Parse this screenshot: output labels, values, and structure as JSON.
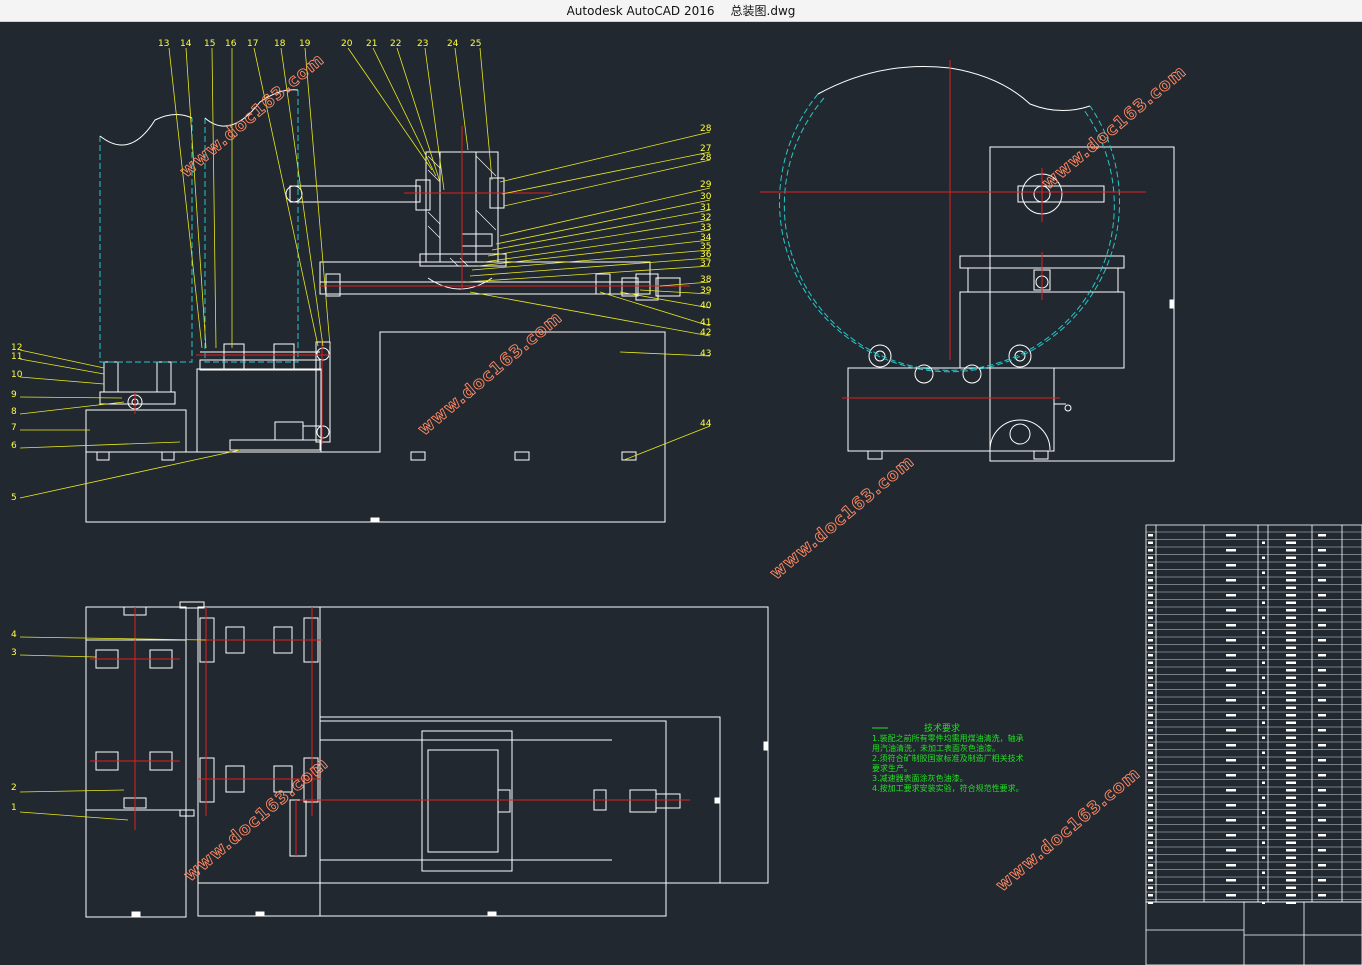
{
  "window": {
    "app_name": "Autodesk AutoCAD 2016",
    "file_name": "总装图.dwg"
  },
  "drawing": {
    "part_labels_top": [
      "13",
      "14",
      "15",
      "16",
      "17",
      "18",
      "19",
      "20",
      "21",
      "22",
      "23",
      "24",
      "25"
    ],
    "part_labels_right": [
      "28",
      "27",
      "28",
      "29",
      "30",
      "31",
      "32",
      "33",
      "34",
      "35",
      "36",
      "37",
      "38",
      "39",
      "40",
      "41",
      "42",
      "43",
      "44"
    ],
    "part_labels_left": [
      "12",
      "11",
      "10",
      "9",
      "8",
      "7",
      "6",
      "5"
    ],
    "part_labels_plan": [
      "4",
      "3",
      "2",
      "1"
    ],
    "watermark": "www.doc163.com",
    "notes": {
      "title": "技术要求",
      "lines": [
        "1.装配之前所有零件均需用煤油清洗，轴承",
        "用汽油清洗，未加工表面灰色油漆。",
        "2.须符合矿制胶国家标准及制造厂相关技术",
        "要求生产。",
        "3.减速器表面涂灰色油漆。",
        "4.按加工要求安装实验，符合规范性要求。"
      ]
    }
  },
  "colors": {
    "background": "#212830",
    "line": "#ffffff",
    "center": "#e02020",
    "leader": "#e8e820",
    "label": "#ffff40",
    "cyan": "#25c8c8",
    "notes": "#22e022",
    "watermark": "#ff8a65"
  }
}
